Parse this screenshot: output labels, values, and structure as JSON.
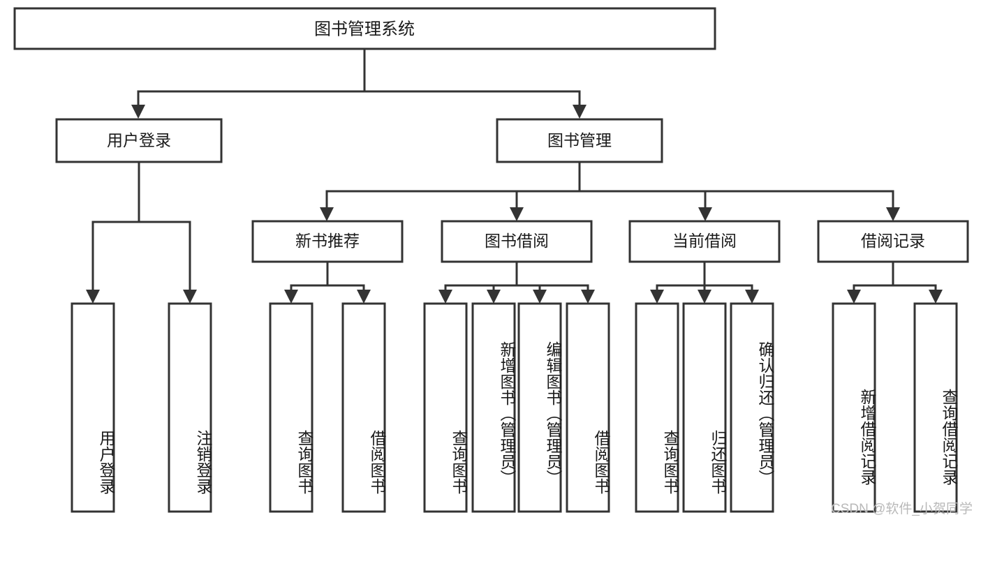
{
  "diagram": {
    "type": "tree-hierarchy",
    "title": "图书管理系统",
    "root": {
      "label": "图书管理系统"
    },
    "level2": [
      {
        "label": "用户登录"
      },
      {
        "label": "图书管理"
      }
    ],
    "level3": [
      {
        "label": "新书推荐"
      },
      {
        "label": "图书借阅"
      },
      {
        "label": "当前借阅"
      },
      {
        "label": "借阅记录"
      }
    ],
    "leaves": {
      "user_login": [
        "用户登录",
        "注销登录"
      ],
      "new_book_recommend": [
        "查询图书",
        "借阅图书"
      ],
      "book_borrow": [
        "查询图书",
        "新增图书（管理员）",
        "编辑图书（管理员）",
        "借阅图书"
      ],
      "current_borrow": [
        "查询图书",
        "归还图书",
        "确认归还（管理员）"
      ],
      "borrow_record": [
        "新增借阅记录",
        "查询借阅记录"
      ]
    }
  },
  "watermark": {
    "text": "CSDN @软件_小贺同学"
  },
  "colors": {
    "stroke": "#333333",
    "text": "#1a1a1a",
    "background": "#ffffff",
    "watermark": "#b9b9b9"
  }
}
